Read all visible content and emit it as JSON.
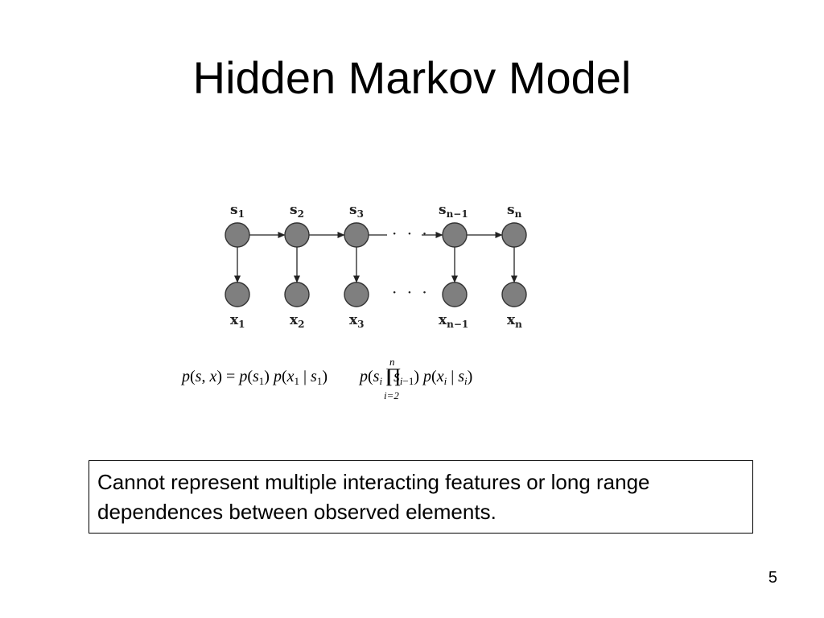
{
  "slide": {
    "title": "Hidden Markov Model",
    "note": "Cannot represent multiple interacting features or long range dependences between observed elements.",
    "page_number": "5"
  },
  "diagram": {
    "ellipsis": "· · ·",
    "states": [
      {
        "base": "s",
        "sub": "1"
      },
      {
        "base": "s",
        "sub": "2"
      },
      {
        "base": "s",
        "sub": "3"
      },
      {
        "base": "s",
        "sub": "n−1"
      },
      {
        "base": "s",
        "sub": "n"
      }
    ],
    "observations": [
      {
        "base": "x",
        "sub": "1"
      },
      {
        "base": "x",
        "sub": "2"
      },
      {
        "base": "x",
        "sub": "3"
      },
      {
        "base": "x",
        "sub": "n−1"
      },
      {
        "base": "x",
        "sub": "n"
      }
    ],
    "node_fill": "#7f7f7f"
  },
  "formula": {
    "lhs": "p(s, x) = p(s",
    "prod_upper": "n",
    "prod_lower": "i=2",
    "text": "p(s, x) = p(s1) p(x1 | s1) ∏ p(si | si−1) p(xi | si)"
  }
}
